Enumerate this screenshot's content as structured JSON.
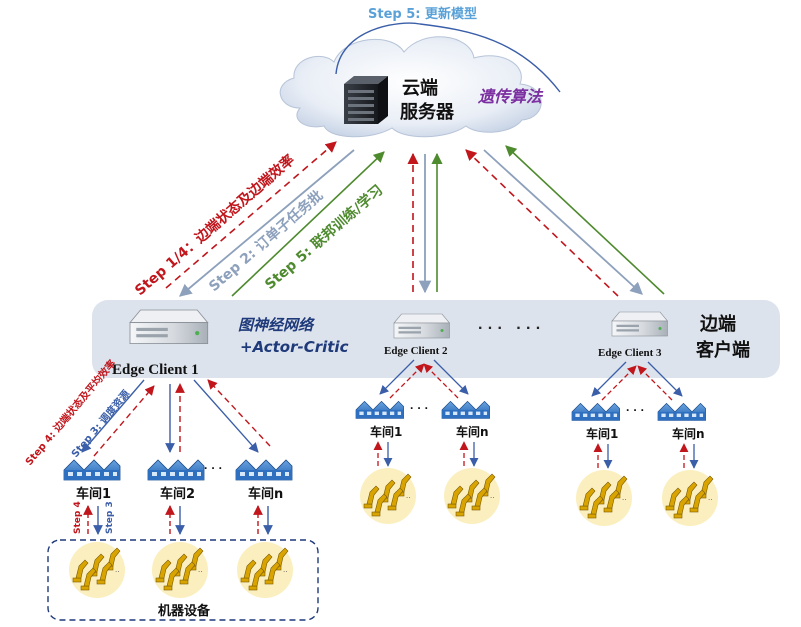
{
  "cloud": {
    "step5_update": "Step 5: 更新模型",
    "title_line1": "云端",
    "title_line2": "服务器",
    "algorithm": "遗传算法"
  },
  "arrows": {
    "step14": "Step 1/4：边端状态及边端效率",
    "step2": "Step 2: 订单子任务批",
    "step5": "Step 5: 联邦训练/学习"
  },
  "edge_band": {
    "label_line1": "边端",
    "label_line2": "客户端",
    "gnn_line1": "图神经网络",
    "gnn_line2": "+Actor-Critic",
    "dots": "· · ·   · · ·"
  },
  "clients": [
    {
      "name": "Edge Client 1"
    },
    {
      "name": "Edge Client 2"
    },
    {
      "name": "Edge Client 3"
    }
  ],
  "client1": {
    "step4": "Step 4: 边端状态及平均效率",
    "step3": "Step 3: 调度资源",
    "workshops": [
      "车间1",
      "车间2",
      "车间n"
    ],
    "ws_dots": "· · ·",
    "step4_short": "Step 4",
    "step3_short": "Step 3",
    "machine_group": "机器设备"
  },
  "client2": {
    "workshops": [
      "车间1",
      "车间n"
    ],
    "ws_dots": "· · ·"
  },
  "client3": {
    "workshops": [
      "车间1",
      "车间n"
    ],
    "ws_dots": "· · ·"
  },
  "colors": {
    "red": "#c0161c",
    "blue": "#3a5ea8",
    "slate": "#8da0bc",
    "green": "#4e8a2e",
    "purple": "#7b2fa0",
    "navy": "#1f3a7a",
    "band": "#dde3ec",
    "machine_bg": "#fbefbf"
  },
  "icons": [
    "cloud-icon",
    "server-rack-icon",
    "edge-server-icon",
    "factory-icon",
    "robot-arm-icon"
  ]
}
